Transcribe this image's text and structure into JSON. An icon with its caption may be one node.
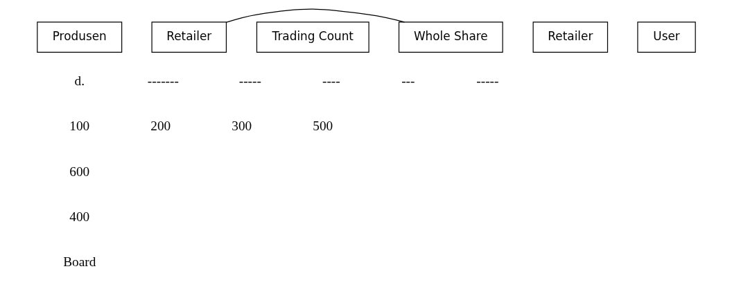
{
  "diagram": {
    "nodes": [
      {
        "text": [
          "Produsen"
        ]
      },
      {
        "text": [
          "Retailer"
        ]
      },
      {
        "text": [
          "Trading Count"
        ]
      },
      {
        "text": [
          "Whole Share"
        ]
      },
      {
        "text": [
          "Retailer"
        ]
      },
      {
        "text": [
          "User"
        ]
      }
    ],
    "edges": [
      {
        "from": 1,
        "to": 3,
        "arrow": "none"
      }
    ],
    "labels": [
      "d.",
      "-------",
      "-----",
      "----",
      "---",
      "-----",
      "100",
      "200",
      "300",
      "500",
      "600",
      "400",
      "Board"
    ]
  }
}
